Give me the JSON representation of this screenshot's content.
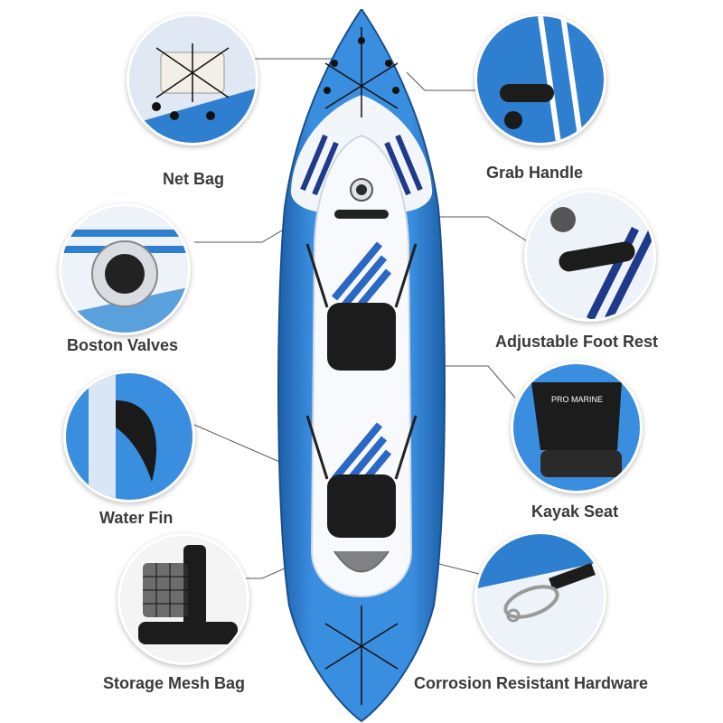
{
  "labels": {
    "net_bag": "Net Bag",
    "grab_handle": "Grab Handle",
    "boston_valves": "Boston Valves",
    "foot_rest": "Adjustable Foot Rest",
    "water_fin": "Water Fin",
    "kayak_seat": "Kayak Seat",
    "mesh_bag": "Storage Mesh Bag",
    "hardware": "Corrosion Resistant Hardware"
  },
  "seat_brand": "PRO MARINE",
  "colors": {
    "hull_blue": "#2f7fd0",
    "hull_dark": "#1d5fa8",
    "deck_white": "#f2f5f9",
    "seat_black": "#1c1c1c",
    "accent_navy": "#1f3a8a",
    "label_gray": "#3a3a3a"
  },
  "icons": [
    "net-bag-icon",
    "grab-handle-icon",
    "valve-icon",
    "foot-rest-icon",
    "fin-icon",
    "seat-icon",
    "mesh-bag-icon",
    "clip-icon"
  ]
}
